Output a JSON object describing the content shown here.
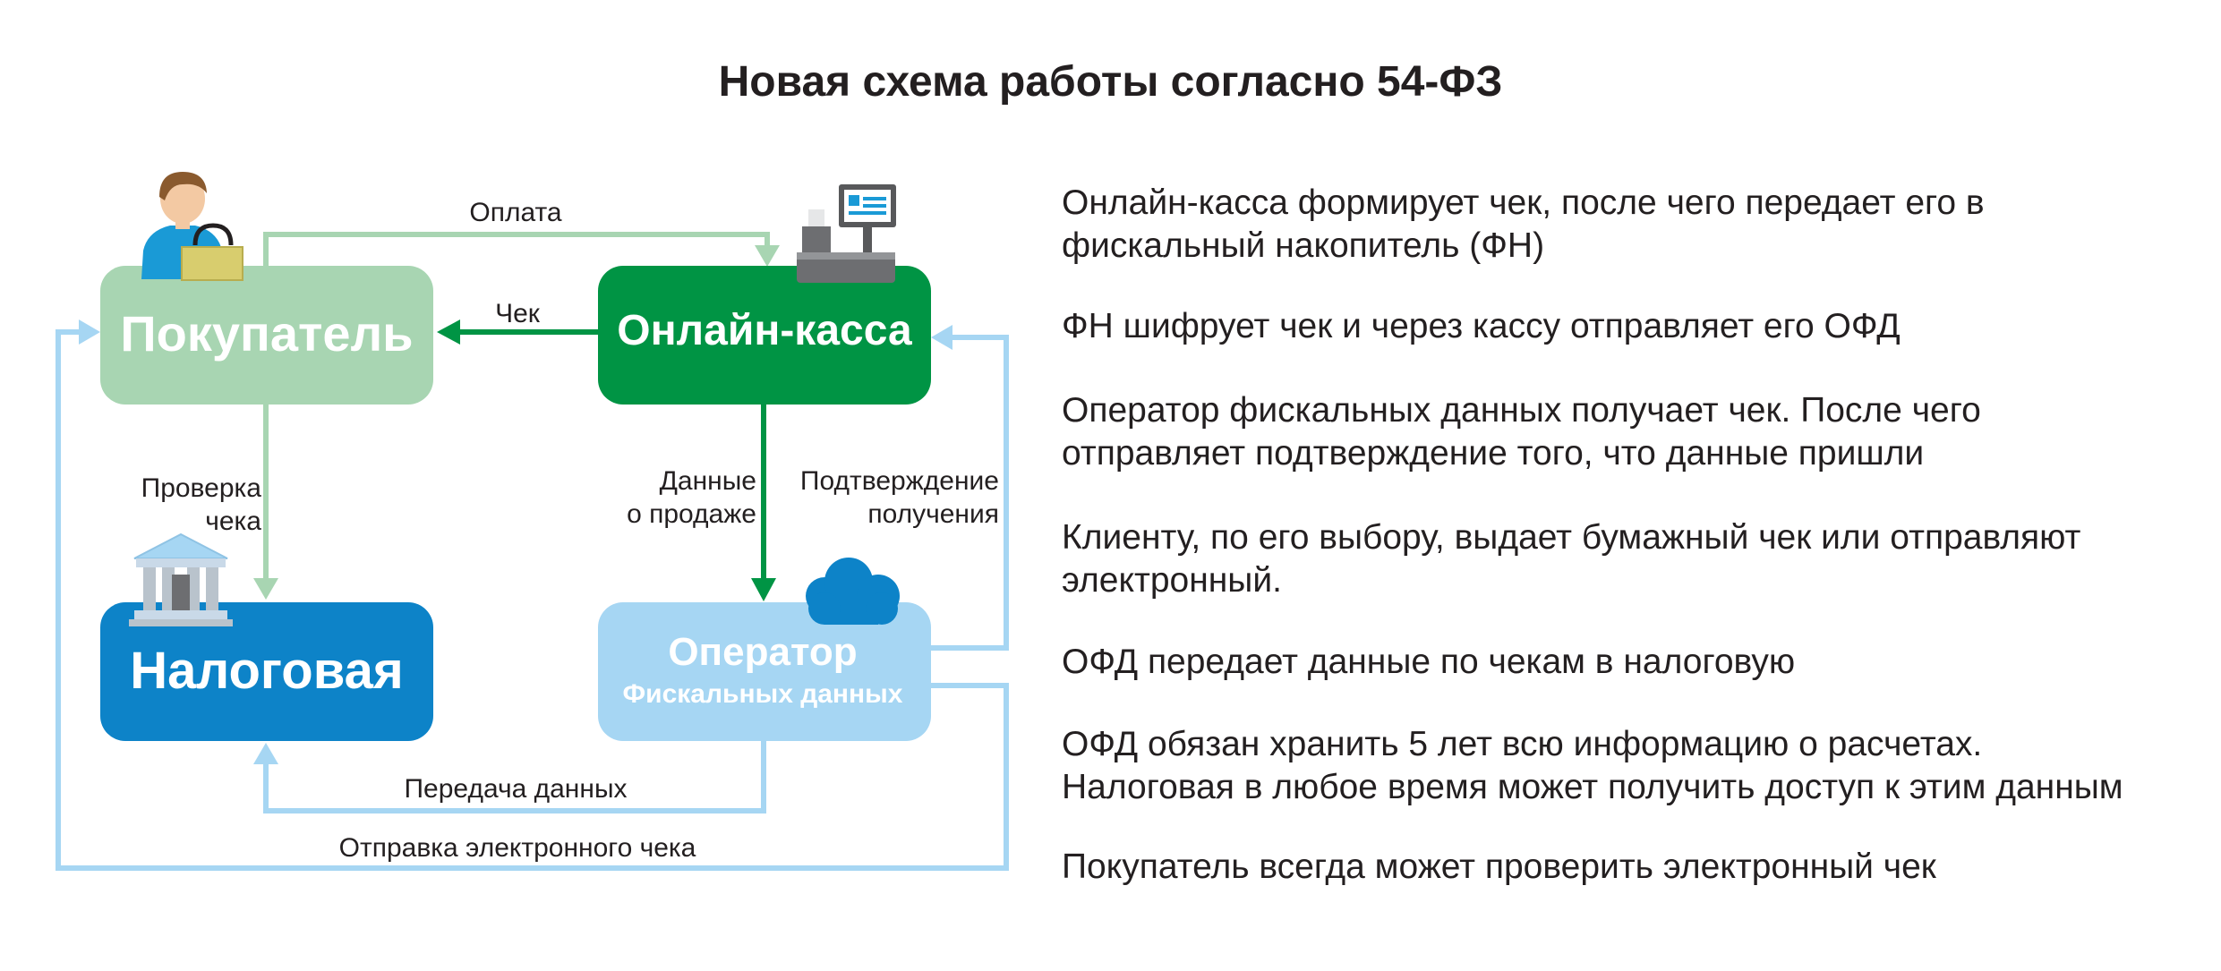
{
  "title": "Новая схема работы согласно 54-ФЗ",
  "colors": {
    "light_green": "#a8d5b2",
    "dark_green": "#009444",
    "dark_blue": "#0d83c8",
    "light_blue": "#a6d6f3",
    "text": "#231f20"
  },
  "diagram": {
    "boxes": {
      "buyer": "Покупатель",
      "register": "Онлайн-касса",
      "tax": "Налоговая",
      "ofd_line1": "Оператор",
      "ofd_line2": "Фискальных данных"
    },
    "labels": {
      "payment": "Оплата",
      "receipt": "Чек",
      "check_line1": "Проверка",
      "check_line2": "чека",
      "sale_line1": "Данные",
      "sale_line2": "о продаже",
      "confirm_line1": "Подтверждение",
      "confirm_line2": "получения",
      "data_transfer": "Передача данных",
      "send_electronic": "Отправка электронного чека"
    },
    "icons": [
      "person-icon",
      "shopping-bag-icon",
      "cash-register-icon",
      "bank-building-icon",
      "cloud-icon"
    ]
  },
  "notes": [
    "Онлайн-касса формирует чек, после чего передает его в\nфискальный накопитель (ФН)",
    "ФН шифрует чек и через кассу отправляет его ОФД",
    "Оператор фискальных данных получает чек. После чего\nотправляет подтверждение того, что данные пришли",
    "Клиенту, по его выбору, выдает бумажный чек или отправляют\nэлектронный.",
    "ОФД передает данные по чекам в налоговую",
    "ОФД обязан хранить 5 лет всю информацию о расчетах.\nНалоговая в любое время может получить доступ к этим данным",
    "Покупатель всегда может проверить электронный чек"
  ]
}
